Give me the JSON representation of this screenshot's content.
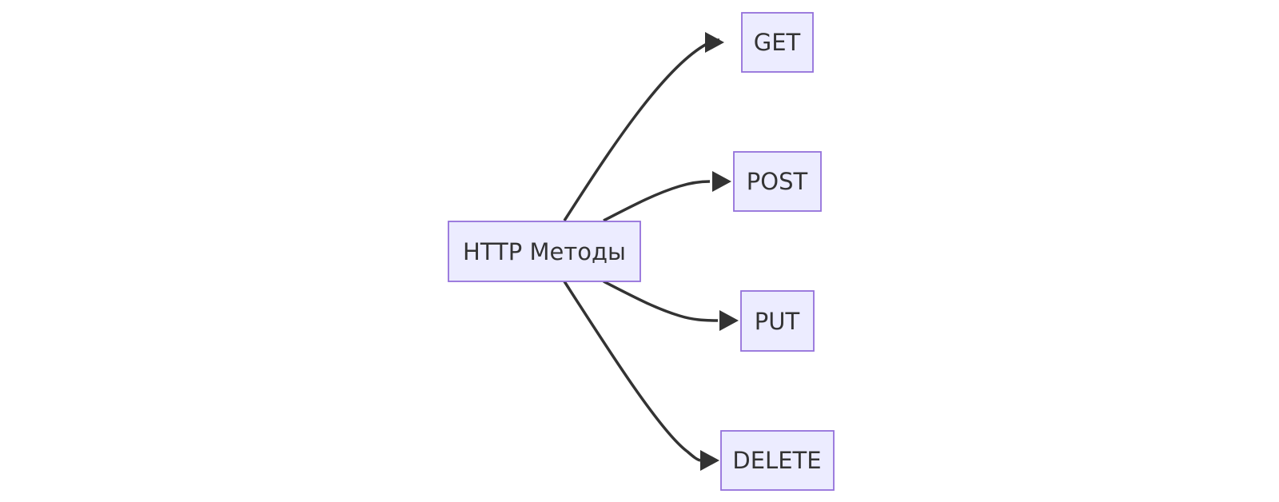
{
  "diagram": {
    "type": "flowchart",
    "direction": "left-to-right",
    "root": {
      "id": "root",
      "label": "HTTP Методы"
    },
    "children": [
      {
        "id": "get",
        "label": "GET"
      },
      {
        "id": "post",
        "label": "POST"
      },
      {
        "id": "put",
        "label": "PUT"
      },
      {
        "id": "delete",
        "label": "DELETE"
      }
    ],
    "edges": [
      {
        "from": "root",
        "to": "get"
      },
      {
        "from": "root",
        "to": "post"
      },
      {
        "from": "root",
        "to": "put"
      },
      {
        "from": "root",
        "to": "delete"
      }
    ],
    "colors": {
      "node_fill": "#ECECFF",
      "node_stroke": "#9370DB",
      "edge": "#333333",
      "text": "#333333"
    }
  }
}
